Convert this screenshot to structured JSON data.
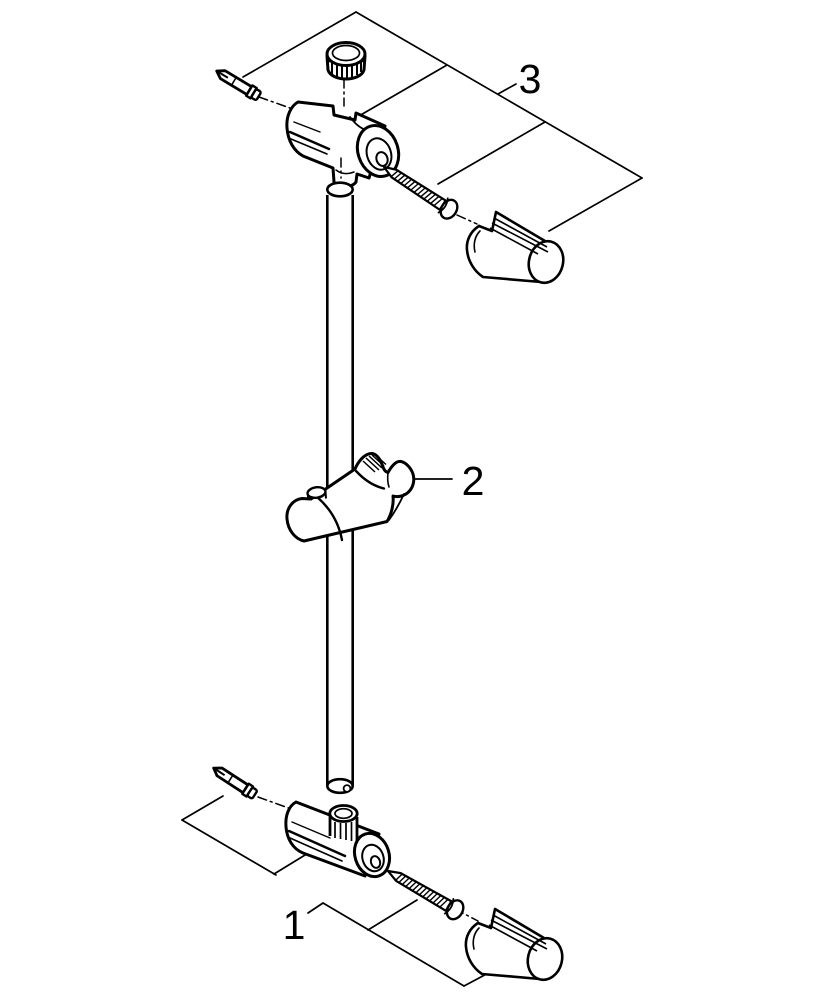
{
  "figure": {
    "type": "exploded-parts-diagram",
    "background_color": "#ffffff",
    "line_color": "#000000",
    "rail": "shower-rail-tube",
    "callouts": [
      {
        "label": "3",
        "parts": [
          "end-cap",
          "swivel-wall-bracket",
          "wall-anchor",
          "mounting-screw",
          "bracket-cover"
        ]
      },
      {
        "label": "2",
        "parts": [
          "glide-element-shower-holder"
        ]
      },
      {
        "label": "1",
        "parts": [
          "wall-anchor",
          "bottom-wall-bracket",
          "mounting-screw",
          "bracket-cover"
        ]
      }
    ]
  }
}
